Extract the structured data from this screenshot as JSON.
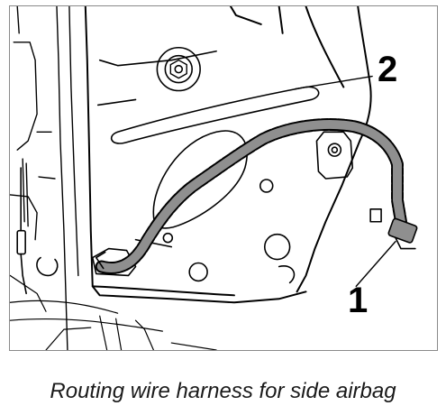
{
  "figure": {
    "callouts": [
      {
        "number": "1"
      },
      {
        "number": "2"
      }
    ],
    "caption": "Routing wire harness for side airbag"
  }
}
